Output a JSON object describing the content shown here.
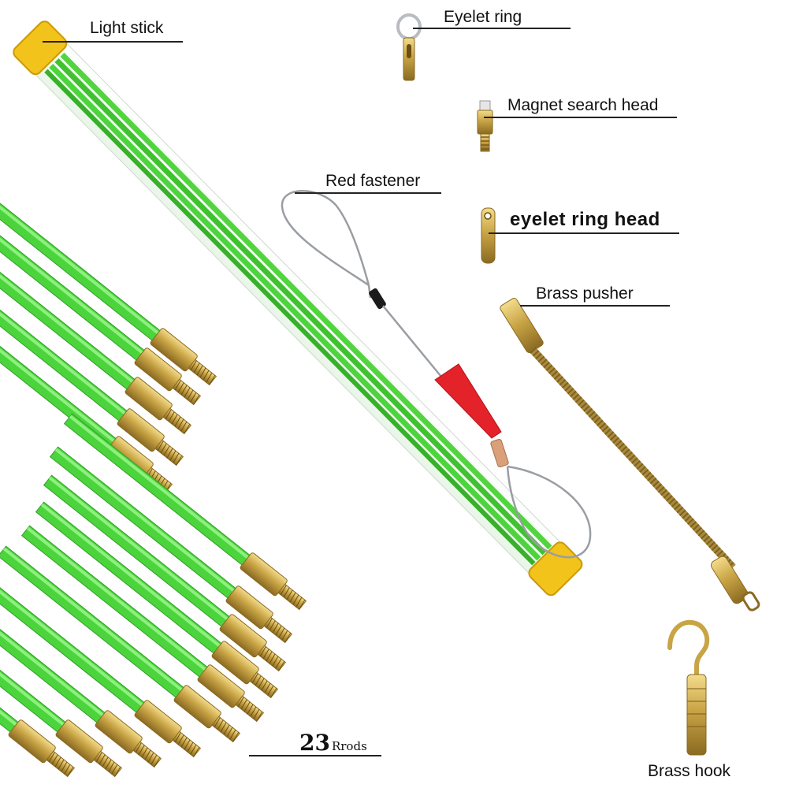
{
  "labels": {
    "light_stick": "Light stick",
    "eyelet_ring": "Eyelet ring",
    "magnet_search_head": "Magnet search head",
    "red_fastener": "Red fastener",
    "eyelet_ring_head": "eyelet ring head",
    "brass_pusher": "Brass pusher",
    "brass_hook": "Brass hook",
    "rod_count_number": "23",
    "rod_count_unit": "Rrods"
  },
  "colors": {
    "rod_green": "#4cd43c",
    "brass": "#c9a445",
    "cap_yellow": "#f2c31a",
    "fastener_red": "#e3222a"
  }
}
